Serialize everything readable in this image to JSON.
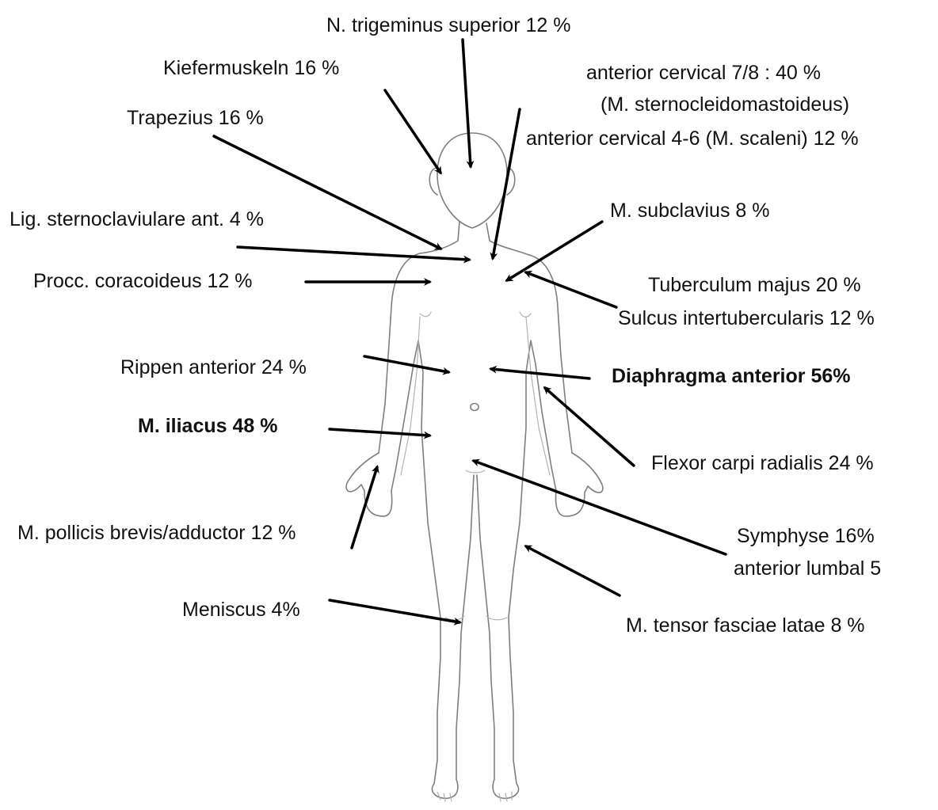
{
  "labels": {
    "trigeminus": "N. trigeminus superior 12 %",
    "kiefermuskeln": "Kiefermuskeln 16 %",
    "cervical_78_line1": "anterior cervical 7/8 : 40 %",
    "cervical_78_line2": "(M. sternocleidomastoideus)",
    "cervical_46": "anterior cervical 4-6 (M. scaleni) 12 %",
    "trapezius": "Trapezius 16 %",
    "lig_sternoclav": "Lig. sternoclaviulare ant. 4 %",
    "subclavius": "M. subclavius 8 %",
    "coracoideus": "Procc. coracoideus 12 %",
    "tuberculum": "Tuberculum majus 20 %",
    "sulcus": "Sulcus intertubercularis 12 %",
    "rippen": "Rippen anterior 24 %",
    "diaphragma": "Diaphragma anterior 56%",
    "iliacus": "M. iliacus 48 %",
    "flexor": "Flexor carpi radialis 24 %",
    "pollicis": "M. pollicis brevis/adductor 12 %",
    "symphyse": "Symphyse 16%",
    "lumbal": "anterior lumbal 5",
    "meniscus": "Meniscus 4%",
    "tensor": "M. tensor fasciae latae 8 %"
  },
  "colors": {
    "text": "#111111",
    "arrows": "#000000",
    "body_sketch": "#7f7f7f",
    "background": "#ffffff"
  }
}
